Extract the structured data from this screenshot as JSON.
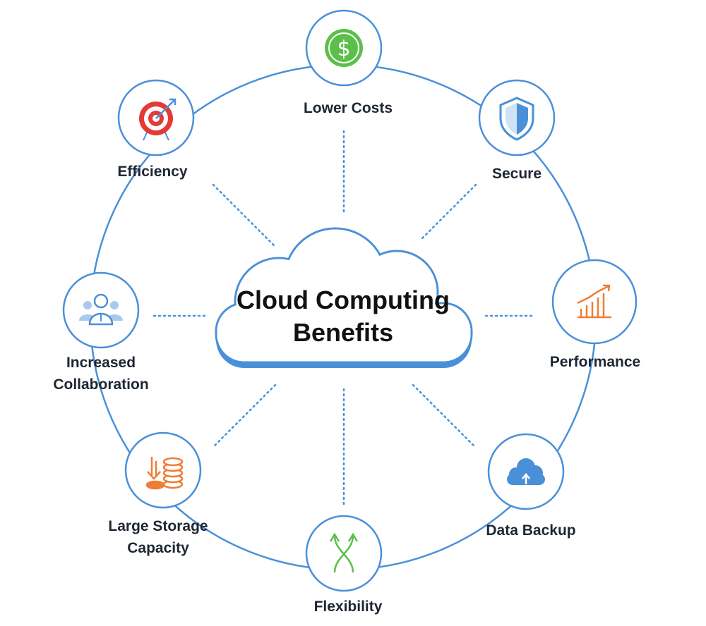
{
  "title": {
    "line1": "Cloud Computing",
    "line2": "Benefits"
  },
  "benefits": [
    {
      "label": "Lower Costs",
      "icon": "dollar-coin-icon",
      "color": "#5cbf4a"
    },
    {
      "label": "Secure",
      "icon": "shield-icon",
      "color": "#4a90d9"
    },
    {
      "label": "Performance",
      "icon": "bar-chart-up-icon",
      "color": "#f07d34"
    },
    {
      "label": "Data Backup",
      "icon": "cloud-upload-icon",
      "color": "#4a90d9"
    },
    {
      "label": "Flexibility",
      "icon": "crossing-arrows-icon",
      "color": "#5cbf4a"
    },
    {
      "label_line1": "Large Storage",
      "label_line2": "Capacity",
      "icon": "database-icon",
      "color": "#f07d34"
    },
    {
      "label_line1": "Increased",
      "label_line2": "Collaboration",
      "icon": "team-icon",
      "color": "#4a90d9"
    },
    {
      "label": "Efficiency",
      "icon": "target-icon",
      "color": "#e53935"
    }
  ],
  "colors": {
    "ring": "#4a90d9",
    "cloud_shadow": "#4a90d9",
    "text": "#1e2633"
  }
}
